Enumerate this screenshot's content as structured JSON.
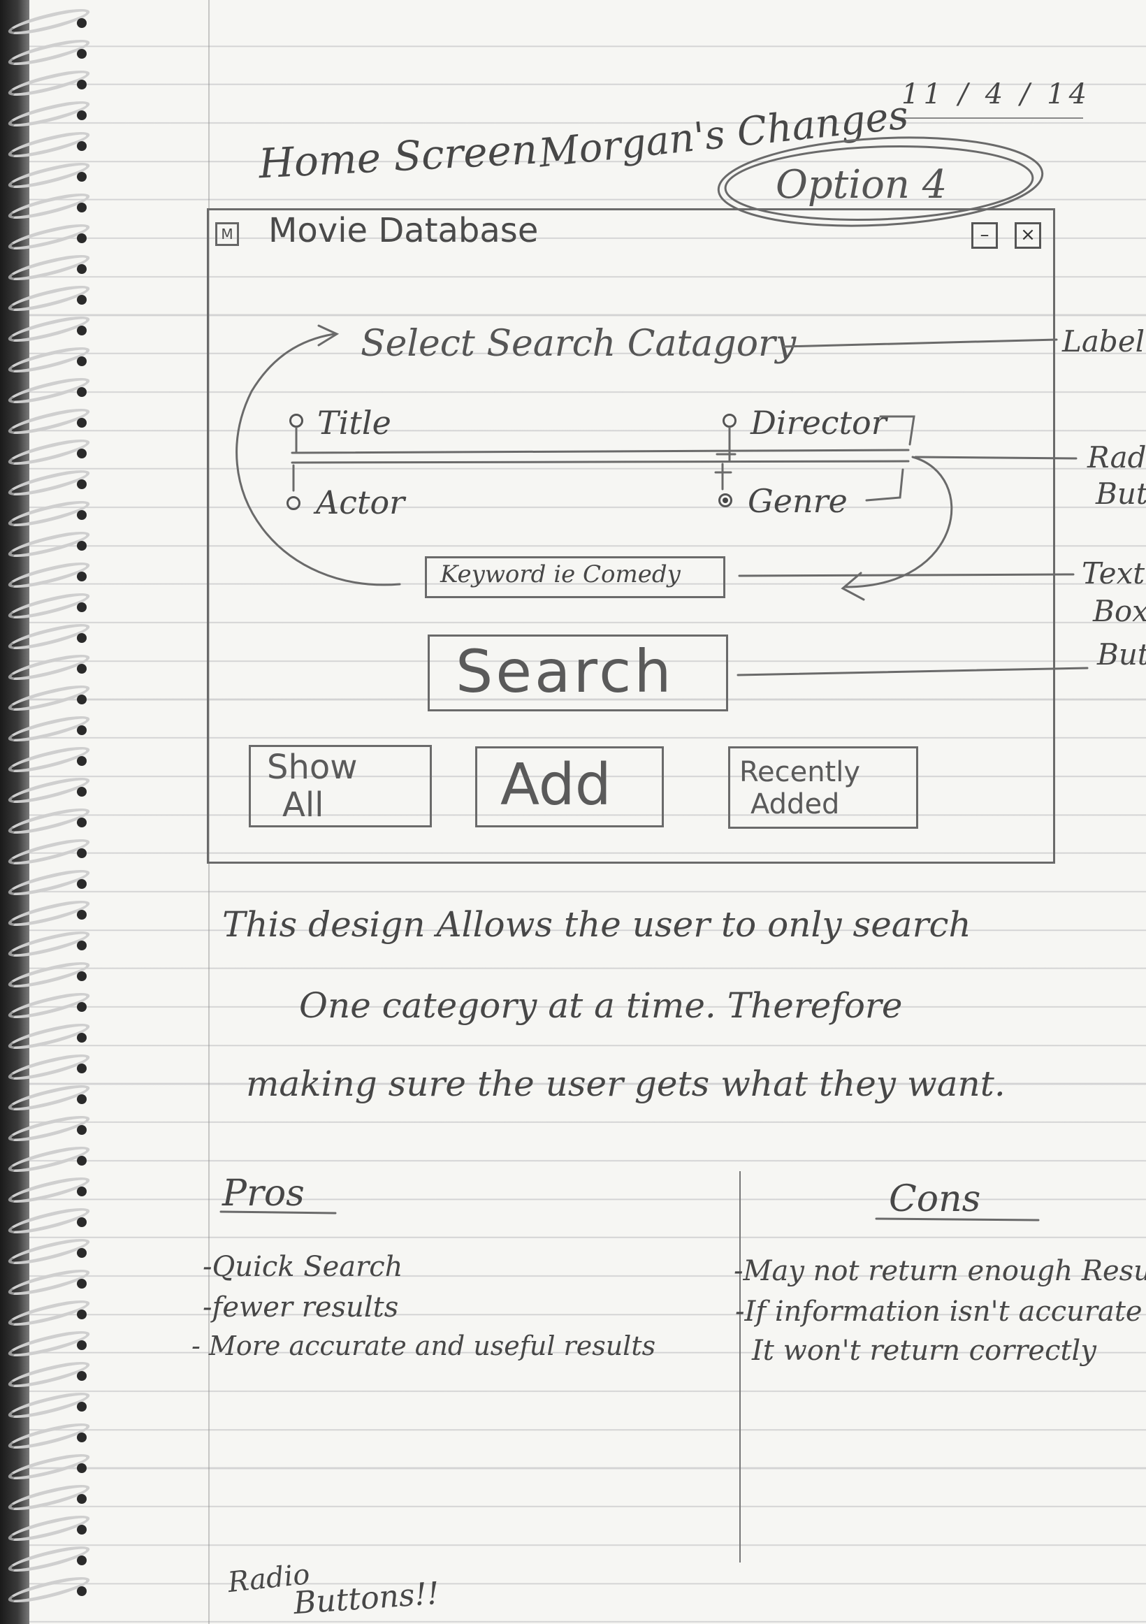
{
  "date": "11 / 4 / 14",
  "heading": {
    "title": "Home Screen",
    "subtitle": "Morgan's Changes",
    "option": "Option 4"
  },
  "window": {
    "icon_glyph": "M",
    "title": "Movie Database",
    "minimize_glyph": "–",
    "close_glyph": "×"
  },
  "search_category_label": "Select Search Catagory",
  "radios": [
    {
      "label": "Title",
      "selected": false
    },
    {
      "label": "Director",
      "selected": false
    },
    {
      "label": "Actor",
      "selected": false
    },
    {
      "label": "Genre",
      "selected": true
    }
  ],
  "keyword_placeholder": "Keyword ie Comedy",
  "search_button": "Search",
  "bottom_buttons": [
    {
      "line1": "Show",
      "line2": "All"
    },
    {
      "line1": "Add",
      "line2": ""
    },
    {
      "line1": "Recently",
      "line2": "Added"
    }
  ],
  "annotations": [
    {
      "line1": "Label",
      "line2": ""
    },
    {
      "line1": "Rad",
      "line2": "But"
    },
    {
      "line1": "Text",
      "line2": "Box"
    },
    {
      "line1": "Butt",
      "line2": ""
    }
  ],
  "description": [
    "This design Allows the user to only search",
    "One category at a time. Therefore",
    "making sure the user gets what they want."
  ],
  "pros": {
    "heading": "Pros",
    "items": [
      "-Quick Search",
      "-fewer results",
      "- More accurate and useful results"
    ]
  },
  "cons": {
    "heading": "Cons",
    "items": [
      "-May not return enough Resu",
      "-If information isn't accurate",
      "It won't return correctly"
    ]
  },
  "footer_note": {
    "line1": "Radio",
    "line2": "Buttons!!"
  }
}
